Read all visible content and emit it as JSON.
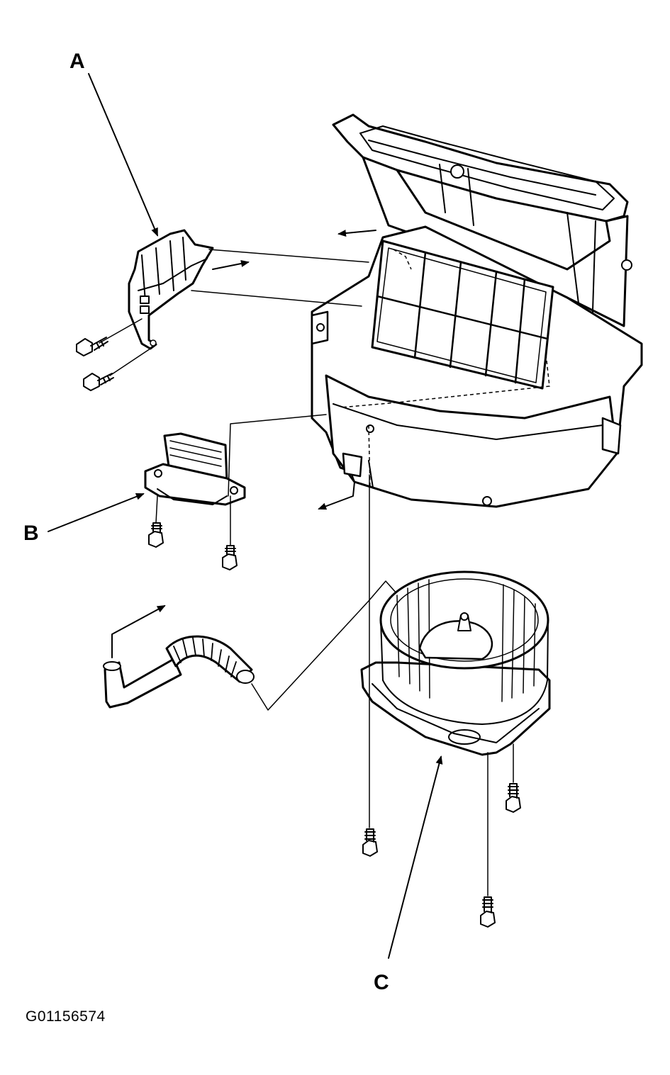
{
  "callouts": {
    "a": "A",
    "b": "B",
    "c": "C"
  },
  "figure_id": "G01156574",
  "colors": {
    "ink": "#000000",
    "paper": "#ffffff"
  }
}
